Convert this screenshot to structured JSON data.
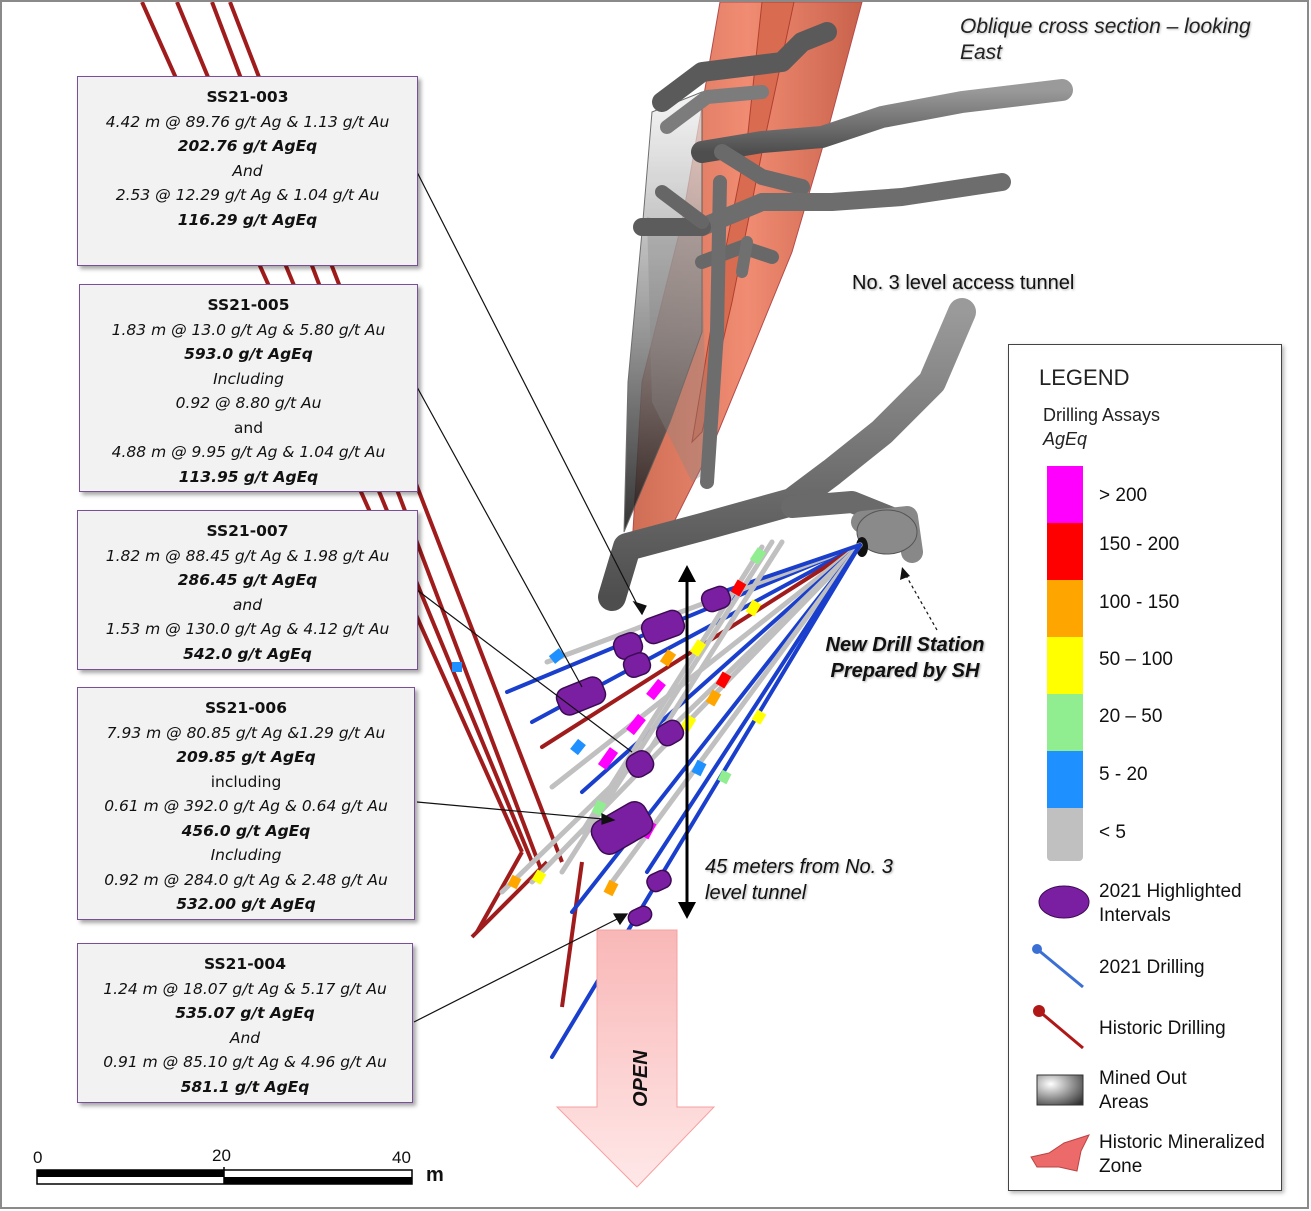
{
  "title": "Oblique cross section – looking East",
  "tunnel_label": "No. 3 level access tunnel",
  "station_label": "New Drill Station Prepared by SH",
  "meters_label": "45 meters from No. 3 level tunnel",
  "open_label": "OPEN",
  "boxes": [
    {
      "hole": "SS21-003",
      "lines": [
        {
          "t": "4.42 m @ 89.76 g/t Ag & 1.13 g/t Au",
          "s": "it"
        },
        {
          "t": "202.76 g/t AgEq",
          "s": "bi"
        },
        {
          "t": "And",
          "s": "it"
        },
        {
          "t": "2.53 @ 12.29 g/t Ag & 1.04 g/t Au",
          "s": "it"
        },
        {
          "t": "116.29 g/t AgEq",
          "s": "bi"
        }
      ]
    },
    {
      "hole": "SS21-005",
      "lines": [
        {
          "t": "1.83 m @ 13.0 g/t Ag & 5.80 g/t Au",
          "s": "it"
        },
        {
          "t": "593.0 g/t AgEq",
          "s": "bi"
        },
        {
          "t": "Including",
          "s": "it"
        },
        {
          "t": "0.92 @ 8.80 g/t Au",
          "s": "it"
        },
        {
          "t": "and",
          "s": ""
        },
        {
          "t": "4.88 m @ 9.95 g/t Ag & 1.04 g/t Au",
          "s": "it"
        },
        {
          "t": "113.95 g/t AgEq",
          "s": "bi"
        }
      ]
    },
    {
      "hole": "SS21-007",
      "lines": [
        {
          "t": "1.82 m @ 88.45 g/t Ag & 1.98 g/t Au",
          "s": "it"
        },
        {
          "t": "286.45 g/t AgEq",
          "s": "bi"
        },
        {
          "t": "and",
          "s": "it"
        },
        {
          "t": "1.53 m @ 130.0 g/t Ag & 4.12 g/t Au",
          "s": "it"
        },
        {
          "t": "542.0 g/t AgEq",
          "s": "bi"
        }
      ]
    },
    {
      "hole": "SS21-006",
      "lines": [
        {
          "t": "7.93 m @ 80.85 g/t Ag &1.29 g/t Au",
          "s": "it"
        },
        {
          "t": "209.85 g/t AgEq",
          "s": "bi"
        },
        {
          "t": "including",
          "s": ""
        },
        {
          "t": "0.61 m @ 392.0 g/t Ag & 0.64 g/t Au",
          "s": "it"
        },
        {
          "t": "456.0 g/t AgEq",
          "s": "bi"
        },
        {
          "t": "Including",
          "s": "it"
        },
        {
          "t": "0.92 m @ 284.0 g/t Ag & 2.48 g/t Au",
          "s": "it"
        },
        {
          "t": "532.00 g/t AgEq",
          "s": "bi"
        }
      ]
    },
    {
      "hole": "SS21-004",
      "lines": [
        {
          "t": "1.24 m @ 18.07 g/t Ag & 5.17 g/t Au",
          "s": "it"
        },
        {
          "t": "535.07 g/t AgEq",
          "s": "bi"
        },
        {
          "t": "And",
          "s": "it"
        },
        {
          "t": "0.91 m @ 85.10 g/t Ag & 4.96 g/t Au",
          "s": "it"
        },
        {
          "t": "581.1 g/t AgEq",
          "s": "bi"
        }
      ]
    }
  ],
  "legend": {
    "title": "LEGEND",
    "sub": "Drilling Assays",
    "unit": "AgEq",
    "bins": [
      {
        "label": "> 200",
        "color": "#ff00ff"
      },
      {
        "label": "150 - 200",
        "color": "#ff0000"
      },
      {
        "label": "100 - 150",
        "color": "#ffa500"
      },
      {
        "label": "50 – 100",
        "color": "#ffff00"
      },
      {
        "label": "20 – 50",
        "color": "#90ee90"
      },
      {
        "label": "5 - 20",
        "color": "#1e90ff"
      },
      {
        "label": "< 5",
        "color": "#c0c0c0"
      }
    ],
    "highlighted": "2021 Highlighted Intervals",
    "drilling_2021": "2021 Drilling",
    "historic_drilling": "Historic Drilling",
    "mined_out": "Mined Out Areas",
    "historic_zone": "Historic Mineralized Zone"
  },
  "scale": {
    "ticks": [
      "0",
      "20",
      "40"
    ],
    "unit": "m"
  },
  "colors": {
    "drill_2021": "#1a3fcc",
    "historic": "#a01c1c",
    "highlight": "#7b1fa2",
    "zone": "#e8684a",
    "tunnel": "#6e6e6e"
  }
}
